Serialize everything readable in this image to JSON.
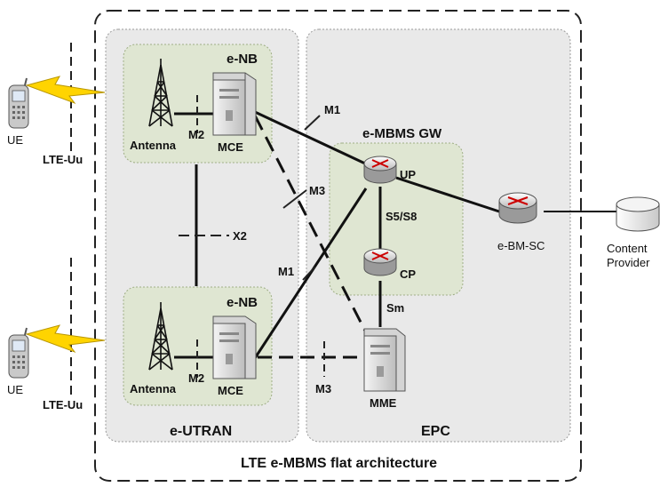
{
  "diagram": {
    "outer_label": "LTE e-MBMS flat architecture",
    "regions": {
      "eutran": "e-UTRAN",
      "epc": "EPC",
      "gw": "e-MBMS GW"
    },
    "enb_top": {
      "title": "e-NB",
      "antenna": "Antenna",
      "mce": "MCE",
      "iface": "M2"
    },
    "enb_bottom": {
      "title": "e-NB",
      "antenna": "Antenna",
      "mce": "MCE",
      "iface": "M2"
    },
    "ue_top": {
      "label": "UE",
      "iface": "LTE-Uu"
    },
    "ue_bottom": {
      "label": "UE",
      "iface": "LTE-Uu"
    },
    "interfaces": {
      "x2": "X2",
      "m1_top": "M1",
      "m1_bottom": "M1",
      "m3_upper": "M3",
      "m3_lower": "M3",
      "s5s8": "S5/S8",
      "sm": "Sm"
    },
    "nodes": {
      "up": "UP",
      "cp": "CP",
      "mme": "MME",
      "bmsc": "e-BM-SC",
      "content_line1": "Content",
      "content_line2": "Provider"
    },
    "colors": {
      "region_fill": "#e9e9e9",
      "enb_fill": "#dfe6d2",
      "lightning": "#ffd400",
      "router_arrows": "#cc0000"
    }
  }
}
